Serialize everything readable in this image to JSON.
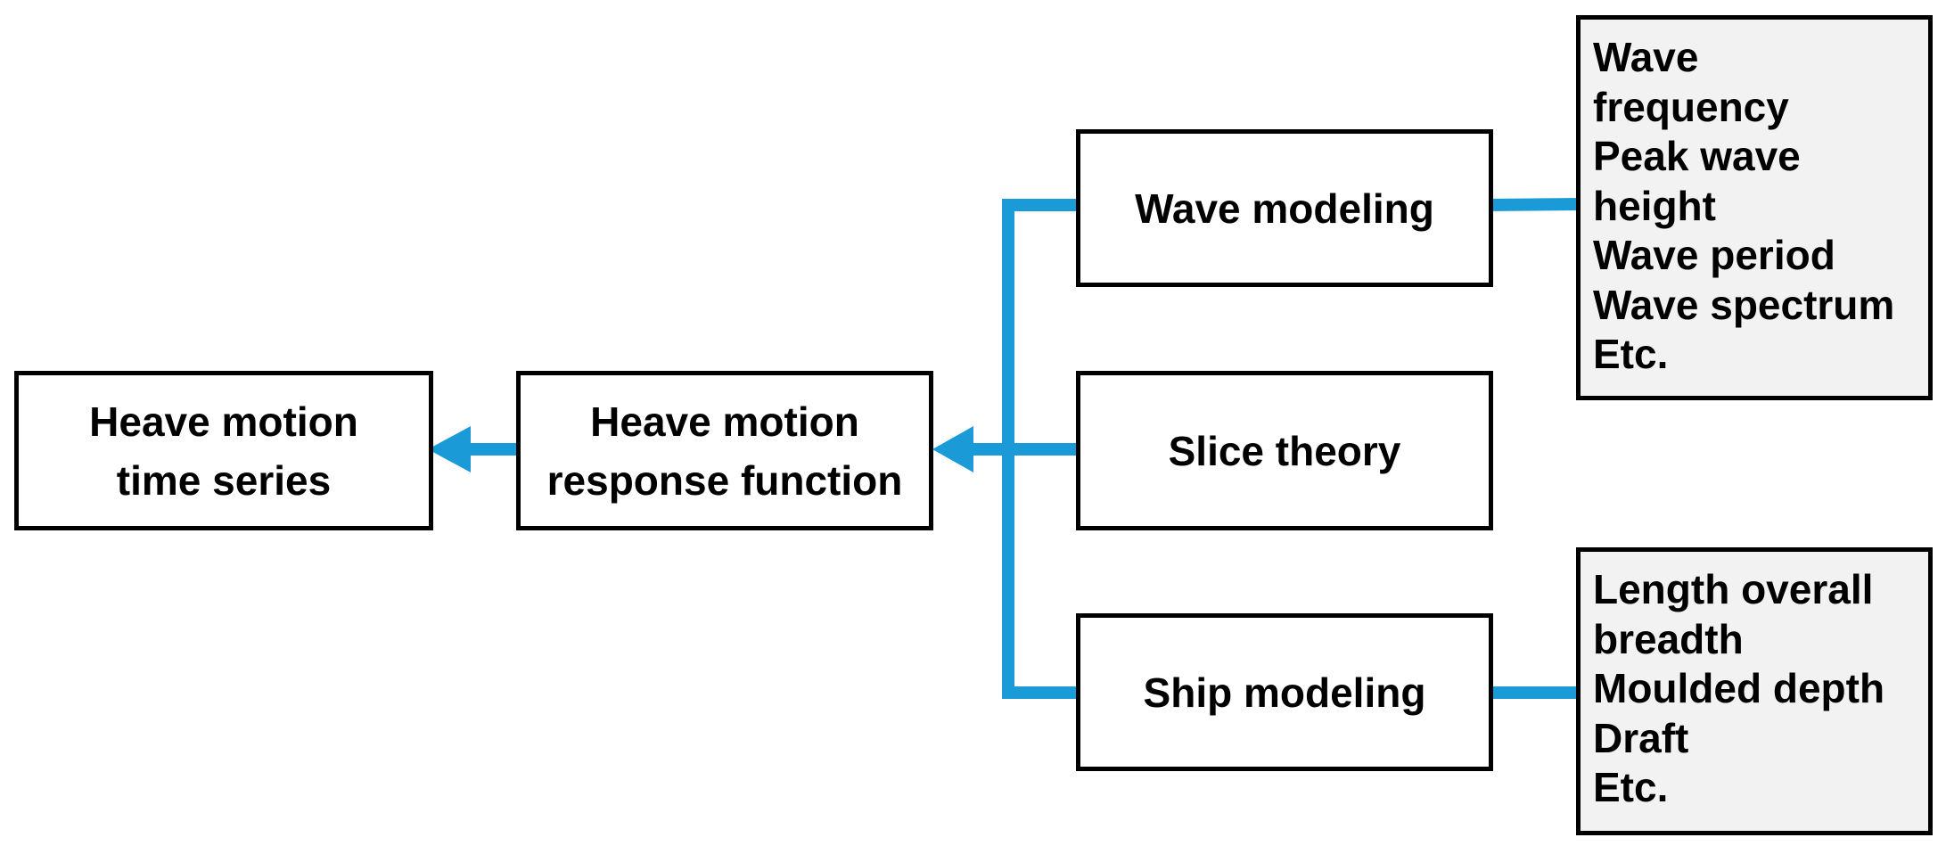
{
  "colors": {
    "connector": "#1a9bd7",
    "box_border": "#000000",
    "box_fill": "#ffffff",
    "param_fill": "#f2f2f2"
  },
  "nodes": {
    "time_series": {
      "lines": [
        "Heave motion",
        "time series"
      ]
    },
    "response_function": {
      "lines": [
        "Heave motion",
        "response function"
      ]
    },
    "wave_modeling": {
      "lines": [
        "Wave modeling"
      ]
    },
    "slice_theory": {
      "lines": [
        "Slice theory"
      ]
    },
    "ship_modeling": {
      "lines": [
        "Ship modeling"
      ]
    },
    "wave_params": {
      "lines": [
        "Wave",
        "frequency",
        "Peak wave",
        "height",
        "Wave period",
        "Wave spectrum",
        "Etc."
      ]
    },
    "ship_params": {
      "lines": [
        "Length overall",
        "breadth",
        "Moulded depth",
        "Draft",
        "Etc."
      ]
    }
  }
}
